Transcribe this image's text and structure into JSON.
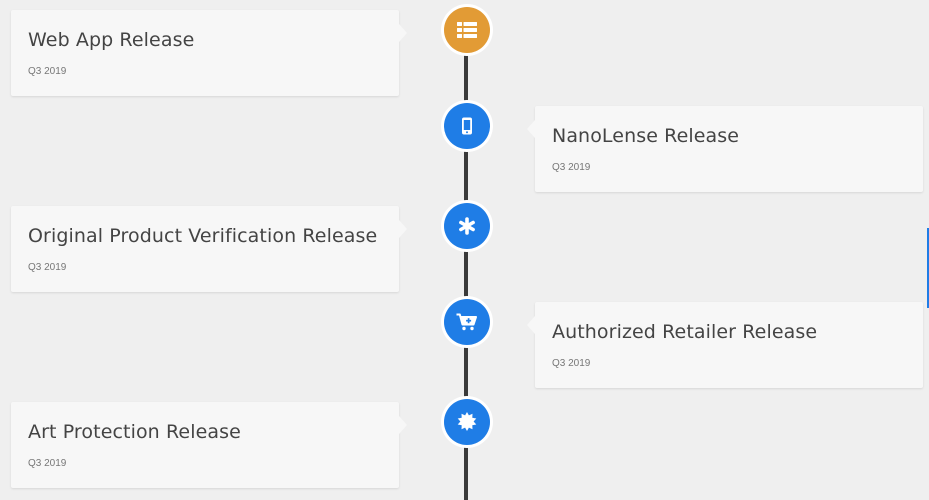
{
  "timeline": {
    "entries": [
      {
        "title": "Web App Release",
        "date": "Q3 2019",
        "side": "left",
        "icon": "list-icon",
        "color": "#e29b35"
      },
      {
        "title": "NanoLense Release",
        "date": "Q3 2019",
        "side": "right",
        "icon": "mobile-icon",
        "color": "#1f7de6"
      },
      {
        "title": "Original Product Verification Release",
        "date": "Q3 2019",
        "side": "left",
        "icon": "asterisk-icon",
        "color": "#1f7de6"
      },
      {
        "title": "Authorized Retailer Release",
        "date": "Q3 2019",
        "side": "right",
        "icon": "cart-plus-icon",
        "color": "#1f7de6"
      },
      {
        "title": "Art Protection Release",
        "date": "Q3 2019",
        "side": "left",
        "icon": "certificate-icon",
        "color": "#1f7de6"
      }
    ]
  }
}
